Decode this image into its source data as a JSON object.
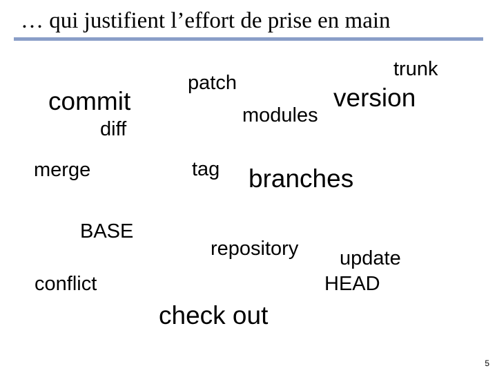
{
  "slide": {
    "title": "… qui justifient l’effort de prise en main",
    "page_number": "5",
    "accent_color": "#8a9ec8"
  },
  "terms": {
    "trunk": "trunk",
    "patch": "patch",
    "commit": "commit",
    "version": "version",
    "modules": "modules",
    "diff": "diff",
    "merge": "merge",
    "tag": "tag",
    "branches": "branches",
    "base": "BASE",
    "repository": "repository",
    "update": "update",
    "head": "HEAD",
    "conflict": "conflict",
    "check_out": "check out"
  }
}
